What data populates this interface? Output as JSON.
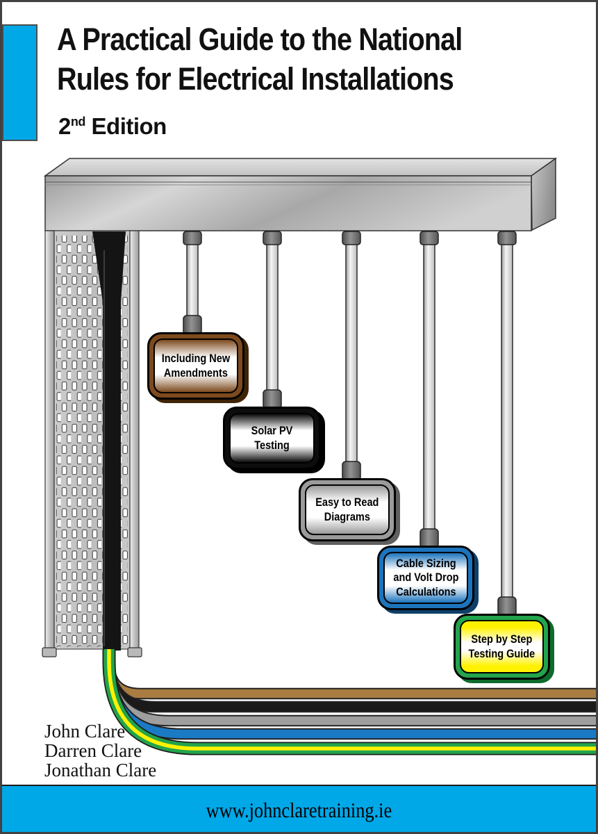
{
  "header": {
    "title_line1": "A Practical Guide to the National",
    "title_line2": "Rules for Electrical Installations",
    "edition_number": "2",
    "edition_suffix": "nd",
    "edition_word": "Edition"
  },
  "colors": {
    "accent_cyan": "#00A8E8",
    "trunking_gray": "#bdbdbd",
    "tray_gray": "#c4c4c4",
    "cable_black": "#1a1a1a"
  },
  "tags": [
    {
      "label": "Including New\nAmendments",
      "ring_color": "#7D4A1E",
      "shadow_color": "#3F2408",
      "inner_color": "#FFFFFF"
    },
    {
      "label": "Solar PV Testing",
      "ring_color": "#0D0D0D",
      "shadow_color": "#000000",
      "inner_color": "#FFFFFF"
    },
    {
      "label": "Easy to Read\nDiagrams",
      "ring_color": "#9B9B9B",
      "shadow_color": "#5F5F5F",
      "inner_color": "#FFFFFF"
    },
    {
      "label": "Cable Sizing\nand Volt Drop\nCalculations",
      "ring_color": "#1C74BD",
      "shadow_color": "#0E3F68",
      "inner_color": "#FFFFFF"
    },
    {
      "label": "Step by Step\nTesting Guide",
      "ring_color": "#23A44C",
      "shadow_color": "#0F6B2D",
      "inner_color": "#FFF201"
    }
  ],
  "wires": [
    {
      "name": "brown conductor",
      "color": "#A97C42"
    },
    {
      "name": "black conductor",
      "color": "#1a1a1a"
    },
    {
      "name": "gray conductor",
      "color": "#9e9e9e"
    },
    {
      "name": "blue conductor",
      "color": "#1b7ac4"
    },
    {
      "name": "earth conductor",
      "color": "#22A44C",
      "stripe_color": "#FFF200"
    }
  ],
  "authors": [
    "John Clare",
    "Darren Clare",
    "Jonathan Clare"
  ],
  "footer": {
    "website": "www.johnclaretraining.ie"
  }
}
